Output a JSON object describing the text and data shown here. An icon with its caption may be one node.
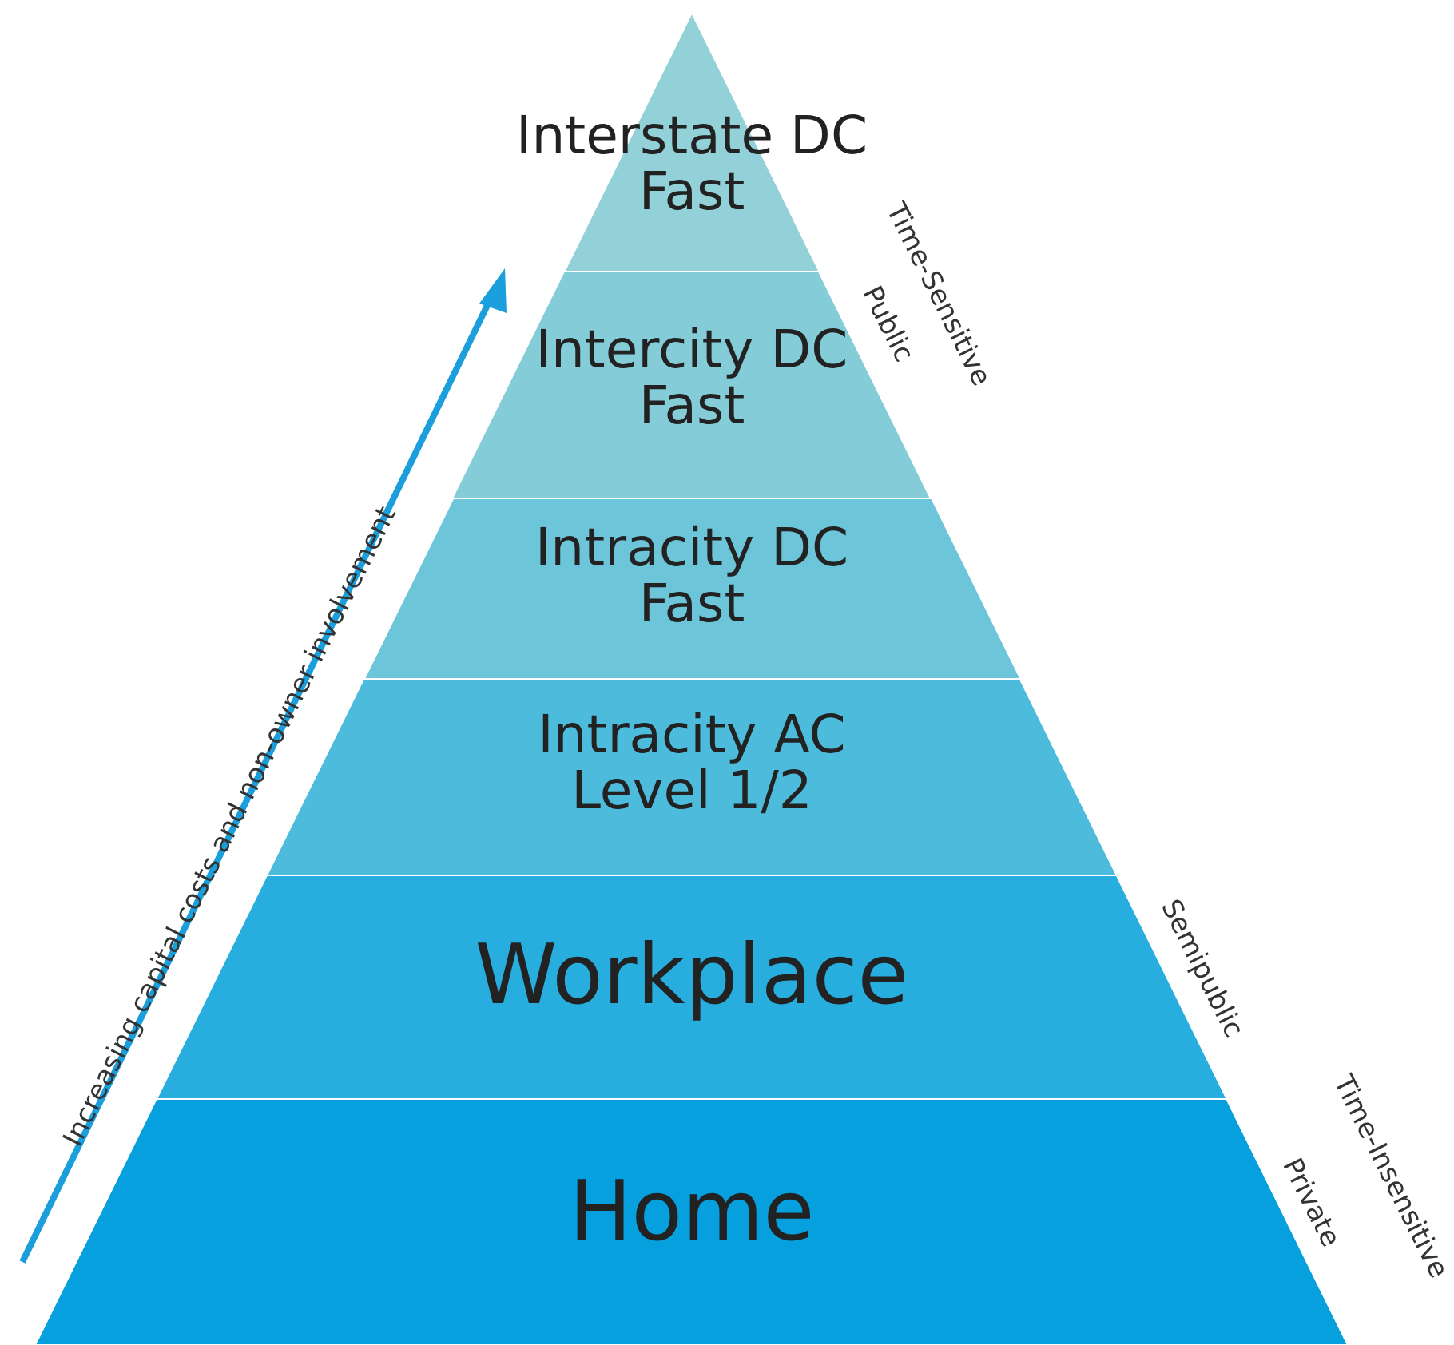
{
  "diagram": {
    "nodes": [
      {
        "text": [
          "Interstate DC Fast"
        ]
      },
      {
        "text": [
          "Intercity DC Fast"
        ]
      },
      {
        "text": [
          "Intracity DC Fast"
        ]
      },
      {
        "text": [
          "Intracity AC Level 1/2"
        ]
      },
      {
        "text": [
          "Workplace"
        ]
      },
      {
        "text": [
          "Home"
        ]
      }
    ],
    "edges": [],
    "labels": [
      "Increasing capital costs and non-owner involvement",
      "Time-Sensitive",
      "Public",
      "Semipublic",
      "Time-Insensitive",
      "Private"
    ]
  }
}
